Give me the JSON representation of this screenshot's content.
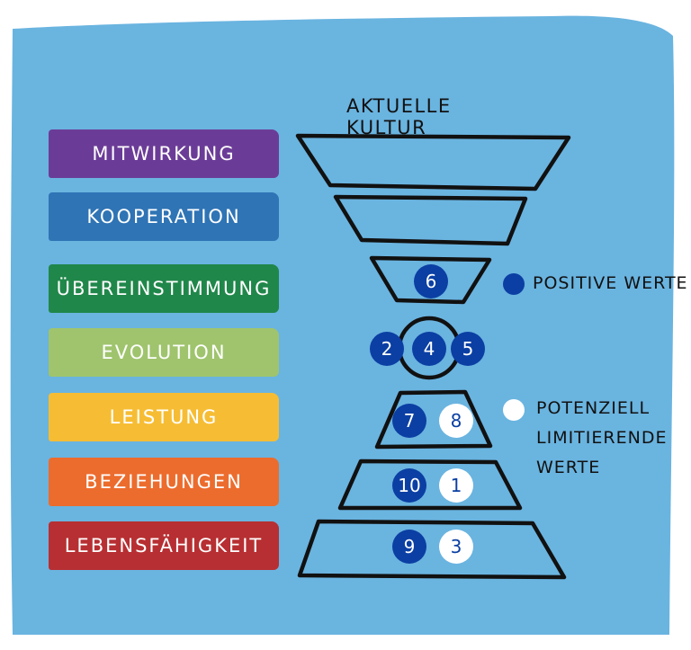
{
  "title": "AKTUELLE KULTUR",
  "levels": [
    {
      "label": "MITWIRKUNG",
      "color": "#6b3c97"
    },
    {
      "label": "KOOPERATION",
      "color": "#2f74b5"
    },
    {
      "label": "ÜBEREINSTIMMUNG",
      "color": "#20874a"
    },
    {
      "label": "EVOLUTION",
      "color": "#9fc46d"
    },
    {
      "label": "LEISTUNG",
      "color": "#f6bd34"
    },
    {
      "label": "BEZIEHUNGEN",
      "color": "#ec6c2d"
    },
    {
      "label": "LEBENSFÄHIGKEIT",
      "color": "#b72f32"
    }
  ],
  "values": {
    "uebereinstimmung": [
      "6"
    ],
    "evolution": [
      "2",
      "4",
      "5"
    ],
    "leistung": [
      "7",
      "8"
    ],
    "beziehungen": [
      "10",
      "1"
    ],
    "lebensfaehigkeit": [
      "9",
      "3"
    ]
  },
  "legend": {
    "positive": "POSITIVE WERTE",
    "limiting": [
      "POTENZIELL",
      "LIMITIERENDE",
      "WERTE"
    ]
  },
  "colors": {
    "background": "#6ab4e0",
    "positive": "#0b3fa3",
    "limiting": "#ffffff",
    "outline": "#111111"
  }
}
